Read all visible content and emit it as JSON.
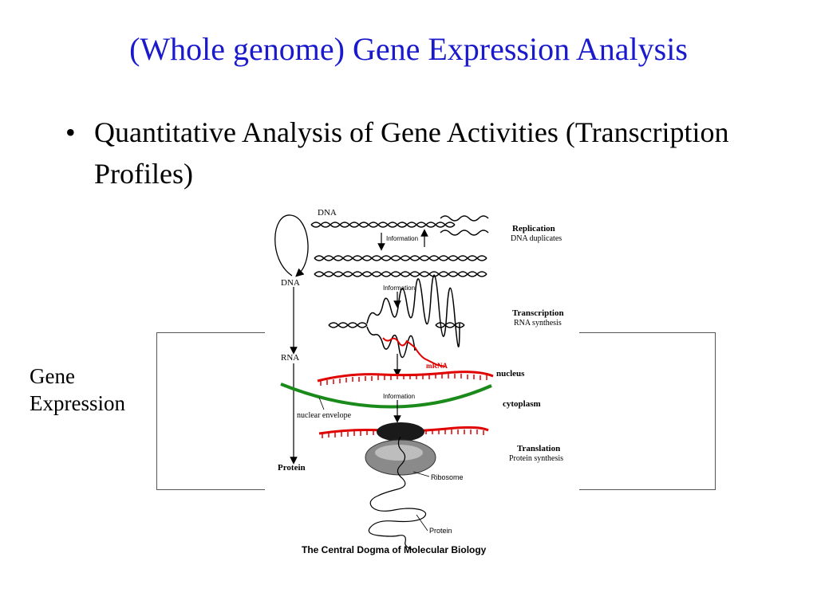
{
  "slide": {
    "title": "(Whole genome) Gene Expression Analysis",
    "bullets": [
      {
        "marker": "•",
        "text": "Quantitative Analysis of Gene Activities (Transcription Profiles)"
      }
    ],
    "side_label": {
      "line1": "Gene",
      "line2": "Expression"
    },
    "colors": {
      "title": "#1a1acc",
      "mrna": "#e00000",
      "envelope": "#1a8a1a"
    }
  },
  "figure": {
    "left_axis": {
      "dna_top": "DNA",
      "dna": "DNA",
      "rna": "RNA",
      "protein": "Protein"
    },
    "info_labels": {
      "info1": "Information",
      "info2": "Information",
      "info3": "Information"
    },
    "stages": {
      "replication_title": "Replication",
      "replication_sub": "DNA duplicates",
      "transcription_title": "Transcription",
      "transcription_sub": "RNA synthesis",
      "translation_title": "Translation",
      "translation_sub": "Protein synthesis"
    },
    "labels": {
      "mrna": "mRNA",
      "nucleus": "nucleus",
      "cytoplasm": "cytoplasm",
      "nuclear_envelope": "nuclear envelope",
      "ribosome": "Ribosome",
      "protein": "Protein"
    },
    "caption": "The Central Dogma of Molecular Biology"
  }
}
